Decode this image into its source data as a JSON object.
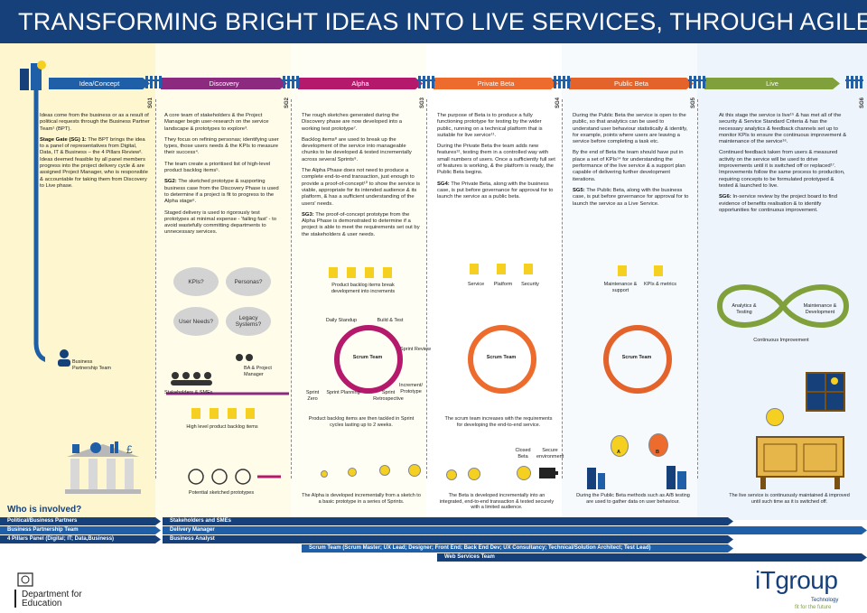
{
  "title": "TRANSFORMING BRIGHT IDEAS INTO LIVE SERVICES, THROUGH AGILE",
  "colors": {
    "header": "#16407a",
    "idea": "#1f5fa8",
    "discovery": "#8b2a7e",
    "alpha": "#b5196c",
    "private_beta": "#ec6b2d",
    "public_beta": "#e3632a",
    "live": "#7fa03a",
    "bulb": "#f5d020"
  },
  "phases": {
    "idea": "Idea/Concept",
    "discovery": "Discovery",
    "alpha": "Alpha",
    "private_beta": "Private Beta",
    "public_beta": "Public Beta",
    "live": "Live"
  },
  "gates": [
    "SG1",
    "SG2",
    "SG3",
    "SG4",
    "SG5",
    "SG6"
  ],
  "idea_text": {
    "p1": "Ideas come from the business or as a result of political requests through the Business Partner Team¹ (BPT).",
    "p2_head": "Stage Gate (SG) 1:",
    "p2": "The BPT brings the idea to a panel of representatives from Digital, Data, IT & Business – the 4 Pillars Review². Ideas deemed feasible by all panel members progress into the project delivery cycle & are assigned Project Manager, who is responsible & accountable for taking them from Discovery to Live phase.",
    "bpt_label": "Business Partnership Team"
  },
  "discovery_text": {
    "p1": "A core team of stakeholders & the Project Manager begin user-research on the service landscape & prototypes to explore³.",
    "p2": "They focus on refining personas; identifying user types, those users needs & the KPIs to measure their success⁴.",
    "p3": "The team create a prioritised list of high-level product backlog items⁵.",
    "p4_head": "SG2:",
    "p4": "The sketched prototype & supporting business case from the Discovery Phase is used to determine if a project is fit to progress to the Alpha stage⁶.",
    "p5": "Staged delivery is used to rigorously test prototypes at minimal expense - 'failing fast' - to avoid wastefully committing departments to unnecessary services.",
    "clouds": [
      "KPIs?",
      "Personas?",
      "User Needs?",
      "Legacy Systems?"
    ],
    "ba_pm": "BA & Project Manager",
    "stakeholders": "Stakeholders & SMEs",
    "backlog": "High level product backlog items",
    "prototypes": "Potential sketched prototypes"
  },
  "alpha_text": {
    "p1": "The rough sketches generated during the Discovery phase are now developed into a working test prototype⁷.",
    "p2": "Backlog items⁸ are used to break up the development of the service into manageable chunks to be developed & tested incrementally across several Sprints⁹.",
    "p3": "The Alpha Phase does not need to produce a complete end-to-end transaction, just enough to provide a proof-of-concept¹⁰ to show the service is viable, appropriate for its intended audience & its platform, & has a sufficient understanding of the users' needs.",
    "p4_head": "SG3:",
    "p4": "The proof-of-concept prototype from the Alpha Phase is demonstrated to determine if a project is able to meet the requirements set out by the stakeholders & user needs.",
    "backlog_caption": "Product backlog items break development into increments",
    "sprint_labels": [
      "Daily Standup",
      "Build & Test",
      "Sprint Review",
      "Sprint Retrospective",
      "Sprint Planning",
      "Sprint Zero",
      "Increment/ Prototype",
      "Scrum Team"
    ],
    "sprint_caption": "Product backlog items are then tackled in Sprint cycles lasting up to 2 weeks.",
    "bottom_caption": "The Alpha is developed incrementally from a sketch to a basic prototype in a series of Sprints."
  },
  "private_beta_text": {
    "p1": "The purpose of Beta is to produce a fully functioning prototype for testing by the wider public, running on a technical platform that is suitable for live service¹¹.",
    "p2": "During the Private Beta the team adds new features¹², testing them in a controlled way with small numbers of users. Once a sufficiently full set of features is working, & the platform is ready, the Public Beta begins.",
    "p3_head": "SG4:",
    "p3": "The Private Beta, along with the business case, is put before governance for approval for to launch the service as a public beta.",
    "icons": [
      "Service",
      "Platform",
      "Security"
    ],
    "scrum_team": "Scrum Team",
    "caption": "The scrum team increases with the requirements for developing the end-to-end service.",
    "closed_beta": "Closed Beta",
    "secure_env": "Secure environment",
    "bottom_caption": "The Beta is developed incrementally into an integrated, end-to-end transaction & tested securely with a limited audience."
  },
  "public_beta_text": {
    "p1": "During the Public Beta the service is open to the public, so that analytics can be used to understand user behaviour statistically & identify, for example, points where users are leaving a service before completing a task etc.",
    "p2": "By the end of Beta the team should have put in place a set of KPIs¹⁴ for understanding the performance of the live service & a support plan capable of delivering further development iterations.",
    "p3_head": "SG5:",
    "p3": "The Public Beta, along with the business case, is put before governance for approval for to launch the service as a Live Service.",
    "icons": [
      "Maintenance & support",
      "KPIs & metrics"
    ],
    "scrum_team": "Scrum Team",
    "ab": [
      "A",
      "B"
    ],
    "bottom_caption": "During the Public Beta methods such as A/B testing are used to gather data on user behaviour."
  },
  "live_text": {
    "p1": "At this stage the service is live¹⁵ & has met all of the security & Service Standard Criteria & has the necessary analytics & feedback channels set up to monitor KPIs to ensure the continuous improvement & maintenance of the service¹⁶.",
    "p2": "Continued feedback taken from users & measured activity on the service will be used to drive improvements until it is switched off or replaced¹⁷. Improvements follow the same process to production, requiring concepts to be formulated prototyped & tested & launched to live.",
    "p3_head": "SG6:",
    "p3": "In-service review by the project board to find evidence of benefits realisation & to identify opportunities for continuous improvement.",
    "loop_left": "Analytics & Testing",
    "loop_right": "Maintenance & Development",
    "loop_caption": "Continuous Improvement",
    "bottom_caption": "The live service is continuously maintained & improved until such time as it is switched off."
  },
  "who": {
    "heading": "Who is involved?",
    "rows": [
      "Political/Business Partners",
      "Business Partnership Team",
      "4 Pillars Panel (Digital; IT; Data,Business)",
      "Stakeholders and SMEs",
      "Delivery Manager",
      "Business Analyst",
      "Scrum Team (Scrum Master; UX Lead; Designer; Front End; Back End Dev; UX Consultancy; Technical/Solution Architect; Test Lead)",
      "Web Services Team"
    ]
  },
  "footer": {
    "dfe": "Department for Education",
    "itgroup": "iTgroup",
    "tagline1": "Technology",
    "tagline2": "fit for the future"
  }
}
